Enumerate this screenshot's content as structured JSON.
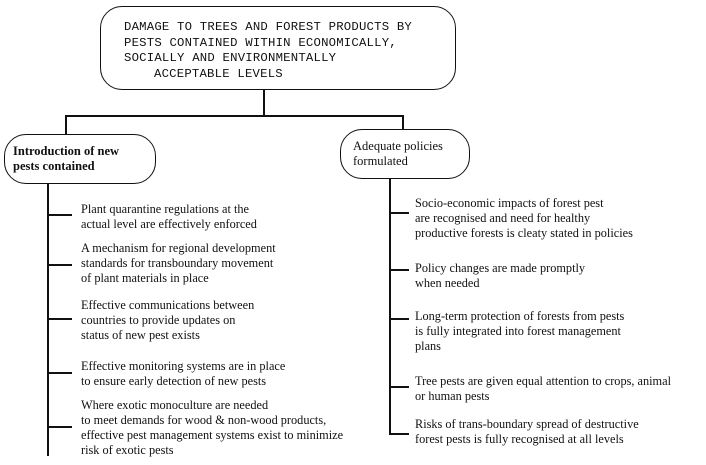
{
  "goal": {
    "lines": [
      "DAMAGE TO TREES AND FOREST PRODUCTS BY",
      "PESTS CONTAINED WITHIN ECONOMICALLY,",
      "SOCIALLY AND ENVIRONMENTALLY",
      "ACCEPTABLE LEVELS"
    ]
  },
  "left_branch": {
    "title_lines": [
      "Introduction of new",
      "pests contained"
    ],
    "items": [
      {
        "lines": [
          "Plant quarantine regulations at the",
          "actual level are effectively enforced"
        ]
      },
      {
        "lines": [
          "A mechanism for regional development",
          "standards for transboundary movement",
          "of plant materials in place"
        ]
      },
      {
        "lines": [
          "Effective communications between",
          "countries to provide updates on",
          "status of new pest exists"
        ]
      },
      {
        "lines": [
          "Effective monitoring systems are in place",
          "to ensure early detection of new pests"
        ]
      },
      {
        "lines": [
          "Where exotic monoculture are needed",
          "to meet demands for wood & non-wood products,",
          "effective pest management systems exist to minimize",
          "risk of exotic pests"
        ]
      }
    ]
  },
  "right_branch": {
    "title_lines": [
      "Adequate policies",
      "formulated"
    ],
    "items": [
      {
        "lines": [
          "Socio-economic impacts of forest pest",
          "are recognised and need for healthy",
          "productive forests is cleaty stated in policies"
        ]
      },
      {
        "lines": [
          "Policy changes are made promptly",
          "when needed"
        ]
      },
      {
        "lines": [
          "Long-term protection of forests from pests",
          "is fully integrated into forest management",
          "plans"
        ]
      },
      {
        "lines": [
          "Tree pests are given equal attention to crops, animal",
          "or human pests"
        ]
      },
      {
        "lines": [
          "Risks of trans-boundary spread of destructive",
          "forest pests is fully recognised at all levels"
        ]
      }
    ]
  }
}
